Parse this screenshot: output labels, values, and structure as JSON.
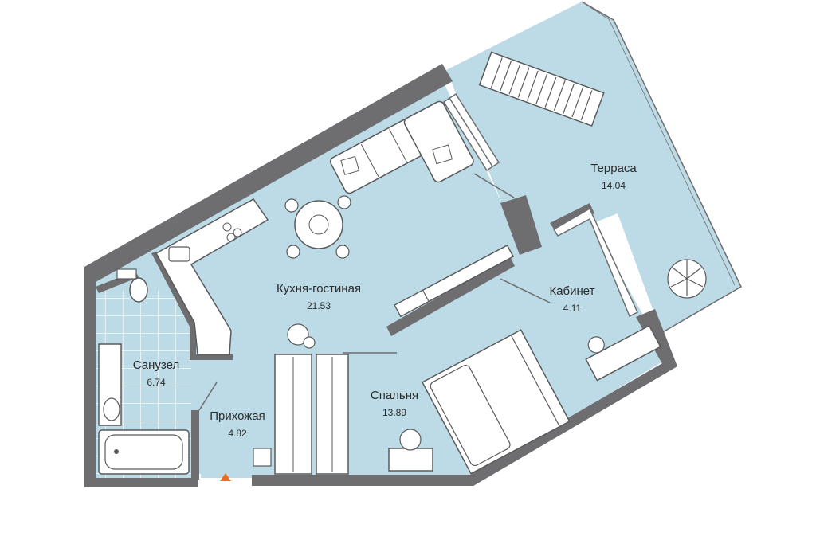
{
  "colors": {
    "floor": "#bcdbe6",
    "wall": "#6e6e70",
    "furniture_stroke": "#5a5a5c",
    "furniture_fill": "#ffffff",
    "entrance_marker": "#f26a1b",
    "tile_grid": "#ffffff"
  },
  "rooms": {
    "terrace": {
      "name": "Терраса",
      "area": "14.04"
    },
    "living": {
      "name": "Кухня-гостиная",
      "area": "21.53"
    },
    "office": {
      "name": "Кабинет",
      "area": "4.11"
    },
    "bathroom": {
      "name": "Санузел",
      "area": "6.74"
    },
    "hall": {
      "name": "Прихожая",
      "area": "4.82"
    },
    "bedroom": {
      "name": "Спальня",
      "area": "13.89"
    }
  },
  "icons": [
    "sofa-icon",
    "dining-table-icon",
    "kitchen-stove-icon",
    "kitchen-sink-icon",
    "toilet-icon",
    "bathtub-icon",
    "washbasin-icon",
    "double-bed-icon",
    "wardrobe-icon",
    "sun-lounger-icon",
    "plant-icon",
    "desk-icon",
    "armchair-icon",
    "entrance-arrow-icon"
  ]
}
